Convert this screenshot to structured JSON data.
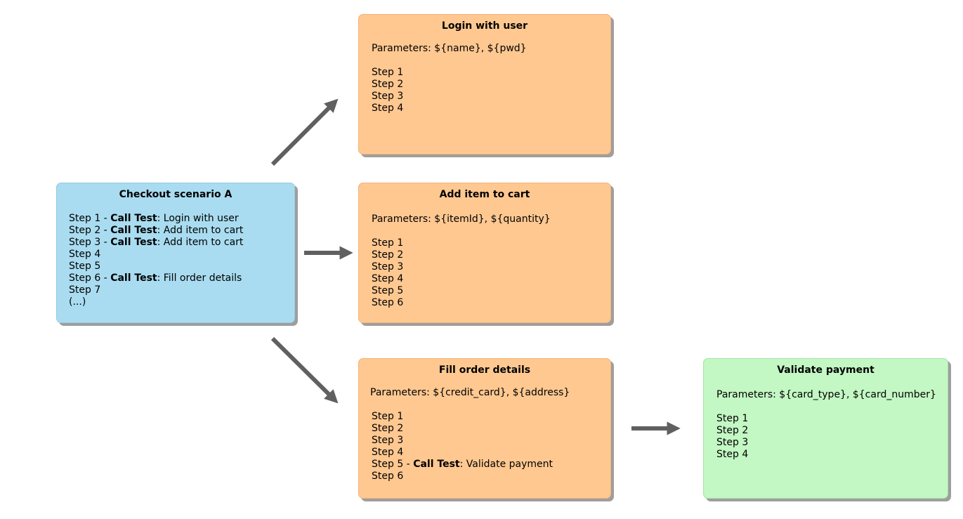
{
  "diagram": {
    "colors": {
      "main_box": "#a9dcf0",
      "sub_box": "#ffc891",
      "nested_box": "#c3f7c3",
      "arrow": "#606060"
    },
    "main": {
      "title": "Checkout scenario A",
      "steps": [
        {
          "prefix": "Step 1 - ",
          "keyword": "Call Test",
          "suffix": ": Login with user"
        },
        {
          "prefix": "Step 2 - ",
          "keyword": "Call Test",
          "suffix": ": Add item to cart"
        },
        {
          "prefix": "Step 3 - ",
          "keyword": "Call Test",
          "suffix": ": Add item to cart"
        },
        {
          "prefix": "Step 4",
          "keyword": "",
          "suffix": ""
        },
        {
          "prefix": "Step 5",
          "keyword": "",
          "suffix": ""
        },
        {
          "prefix": "Step 6 - ",
          "keyword": "Call Test",
          "suffix": ": Fill order details"
        },
        {
          "prefix": "Step 7",
          "keyword": "",
          "suffix": ""
        },
        {
          "prefix": "(...)",
          "keyword": "",
          "suffix": ""
        }
      ]
    },
    "login": {
      "title": "Login with user",
      "parameters": "Parameters: ${name}, ${pwd}",
      "steps": [
        {
          "prefix": "Step 1",
          "keyword": "",
          "suffix": ""
        },
        {
          "prefix": "Step 2",
          "keyword": "",
          "suffix": ""
        },
        {
          "prefix": "Step 3",
          "keyword": "",
          "suffix": ""
        },
        {
          "prefix": "Step 4",
          "keyword": "",
          "suffix": ""
        }
      ]
    },
    "cart": {
      "title": "Add item to cart",
      "parameters": "Parameters: ${itemId}, ${quantity}",
      "steps": [
        {
          "prefix": "Step 1",
          "keyword": "",
          "suffix": ""
        },
        {
          "prefix": "Step 2",
          "keyword": "",
          "suffix": ""
        },
        {
          "prefix": "Step 3",
          "keyword": "",
          "suffix": ""
        },
        {
          "prefix": "Step 4",
          "keyword": "",
          "suffix": ""
        },
        {
          "prefix": "Step 5",
          "keyword": "",
          "suffix": ""
        },
        {
          "prefix": "Step 6",
          "keyword": "",
          "suffix": ""
        }
      ]
    },
    "order": {
      "title": "Fill order details",
      "parameters": "Parameters: ${credit_card}, ${address}",
      "steps": [
        {
          "prefix": "Step 1",
          "keyword": "",
          "suffix": ""
        },
        {
          "prefix": "Step 2",
          "keyword": "",
          "suffix": ""
        },
        {
          "prefix": "Step 3",
          "keyword": "",
          "suffix": ""
        },
        {
          "prefix": "Step 4",
          "keyword": "",
          "suffix": ""
        },
        {
          "prefix": "Step 5 - ",
          "keyword": "Call Test",
          "suffix": ": Validate payment"
        },
        {
          "prefix": "Step 6",
          "keyword": "",
          "suffix": ""
        }
      ]
    },
    "payment": {
      "title": "Validate payment",
      "parameters": "Parameters: ${card_type}, ${card_number}",
      "steps": [
        {
          "prefix": "Step 1",
          "keyword": "",
          "suffix": ""
        },
        {
          "prefix": "Step 2",
          "keyword": "",
          "suffix": ""
        },
        {
          "prefix": "Step 3",
          "keyword": "",
          "suffix": ""
        },
        {
          "prefix": "Step 4",
          "keyword": "",
          "suffix": ""
        }
      ]
    }
  }
}
